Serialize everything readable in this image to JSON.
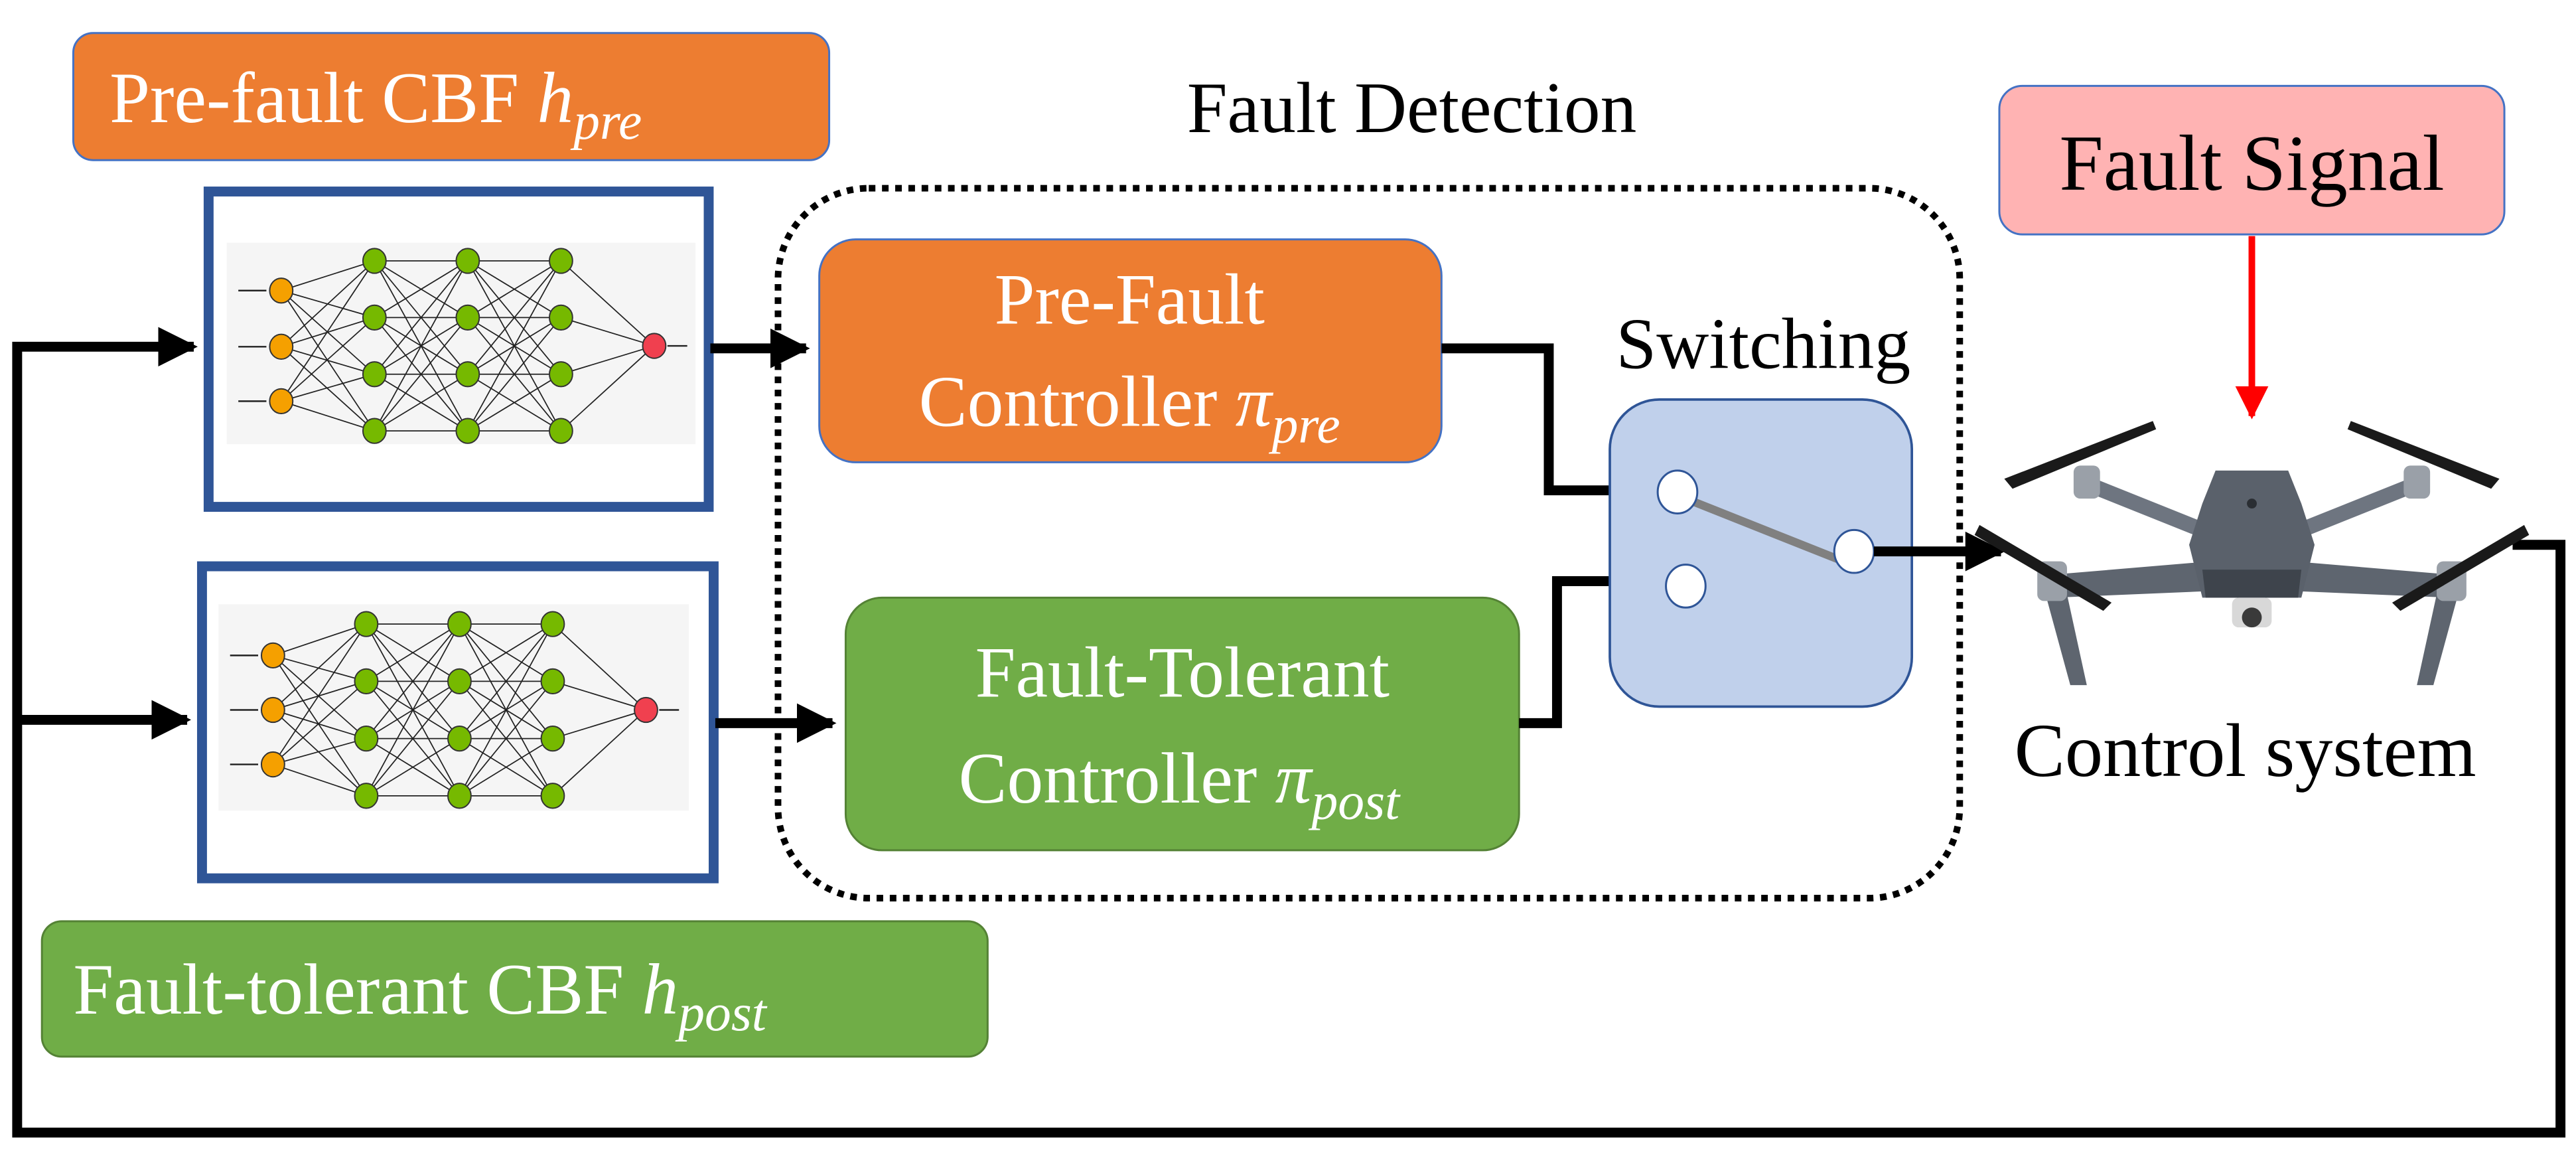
{
  "title": "Fault Detection",
  "colors": {
    "orange": "#ED7D31",
    "green": "#70AD47",
    "nn_border": "#2F5597",
    "switch_fill": "#C0D0EB",
    "switch_border": "#2F5597",
    "fault_signal_fill": "#FFB3B3",
    "fault_arrow": "#FF0000",
    "nn_input": "#F5A000",
    "nn_hidden": "#76B900",
    "nn_output": "#F0404F",
    "switch_arm": "#808080"
  },
  "pre_fault_cbf": {
    "text": "Pre-fault CBF ",
    "symbol": "h",
    "subscript": "pre"
  },
  "fault_tolerant_cbf": {
    "text": "Fault-tolerant CBF ",
    "symbol": "h",
    "subscript": "post"
  },
  "pre_fault_controller": {
    "line1": "Pre-Fault",
    "line2": "Controller ",
    "symbol": "π",
    "subscript": "pre"
  },
  "fault_tolerant_controller": {
    "line1": "Fault-Tolerant",
    "line2": "Controller ",
    "symbol": "π",
    "subscript": "post"
  },
  "switching": {
    "label": "Switching"
  },
  "fault_signal": {
    "label": "Fault Signal"
  },
  "control_system": {
    "label": "Control system",
    "icon": "drone-icon"
  },
  "neural_networks": [
    {
      "name": "pre-fault-cbf-network",
      "layers": [
        3,
        4,
        4,
        4,
        1
      ]
    },
    {
      "name": "fault-tolerant-cbf-network",
      "layers": [
        3,
        4,
        4,
        4,
        1
      ]
    }
  ]
}
